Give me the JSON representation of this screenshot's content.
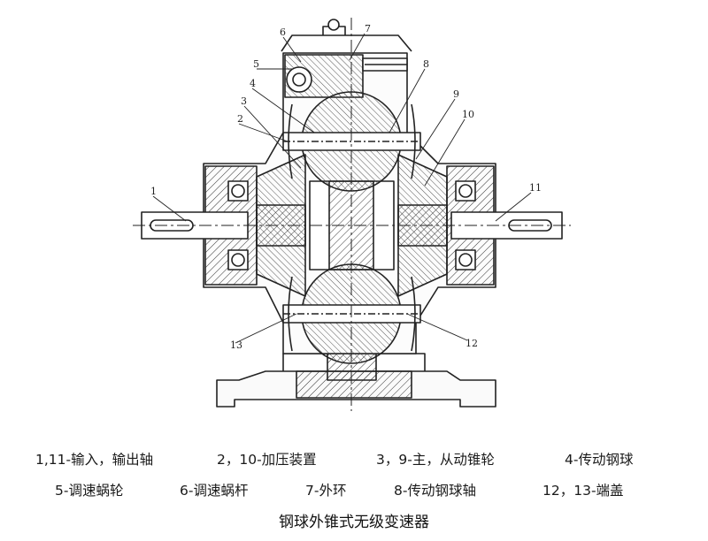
{
  "diagram": {
    "part_labels": [
      "1",
      "2",
      "3",
      "4",
      "5",
      "6",
      "7",
      "8",
      "9",
      "10",
      "11",
      "12",
      "13"
    ],
    "legend_row1": [
      "1,11-输入，输出轴",
      "2，10-加压装置",
      "3，9-主，从动锥轮",
      "4-传动钢球"
    ],
    "legend_row2": [
      "5-调速蜗轮",
      "6-调速蜗杆",
      "7-外环",
      "8-传动钢球轴",
      "12，13-端盖"
    ],
    "caption": "钢球外锥式无级变速器"
  }
}
